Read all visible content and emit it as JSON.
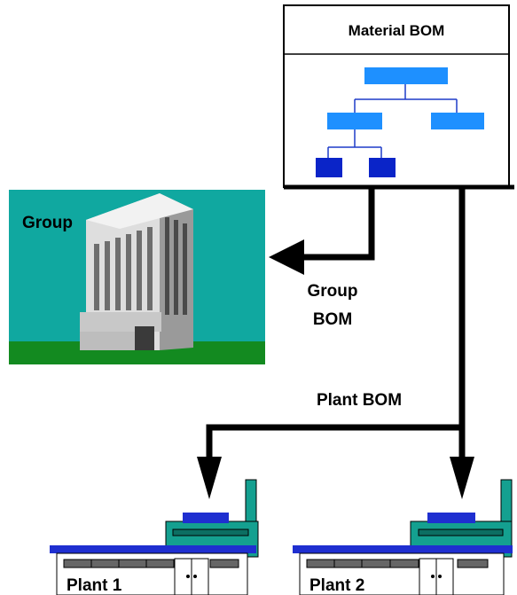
{
  "material_bom": {
    "title": "Material BOM",
    "colors": {
      "top_level": "#1e90ff",
      "bottom_level": "#0a24c8",
      "tree_lines": "#1e3cc8"
    }
  },
  "group": {
    "label": "Group",
    "colors": {
      "sky": "#10a8a0",
      "ground": "#138a20",
      "building": "#e6e6e6"
    }
  },
  "group_bom_label": {
    "line1": "Group",
    "line2": "BOM"
  },
  "plant_bom_label": "Plant BOM",
  "plants": [
    {
      "label": "Plant 1"
    },
    {
      "label": "Plant 2"
    }
  ],
  "plant_colors": {
    "roof": "#1f2fd0",
    "body": "#14a090",
    "walls": "#ffffff"
  }
}
